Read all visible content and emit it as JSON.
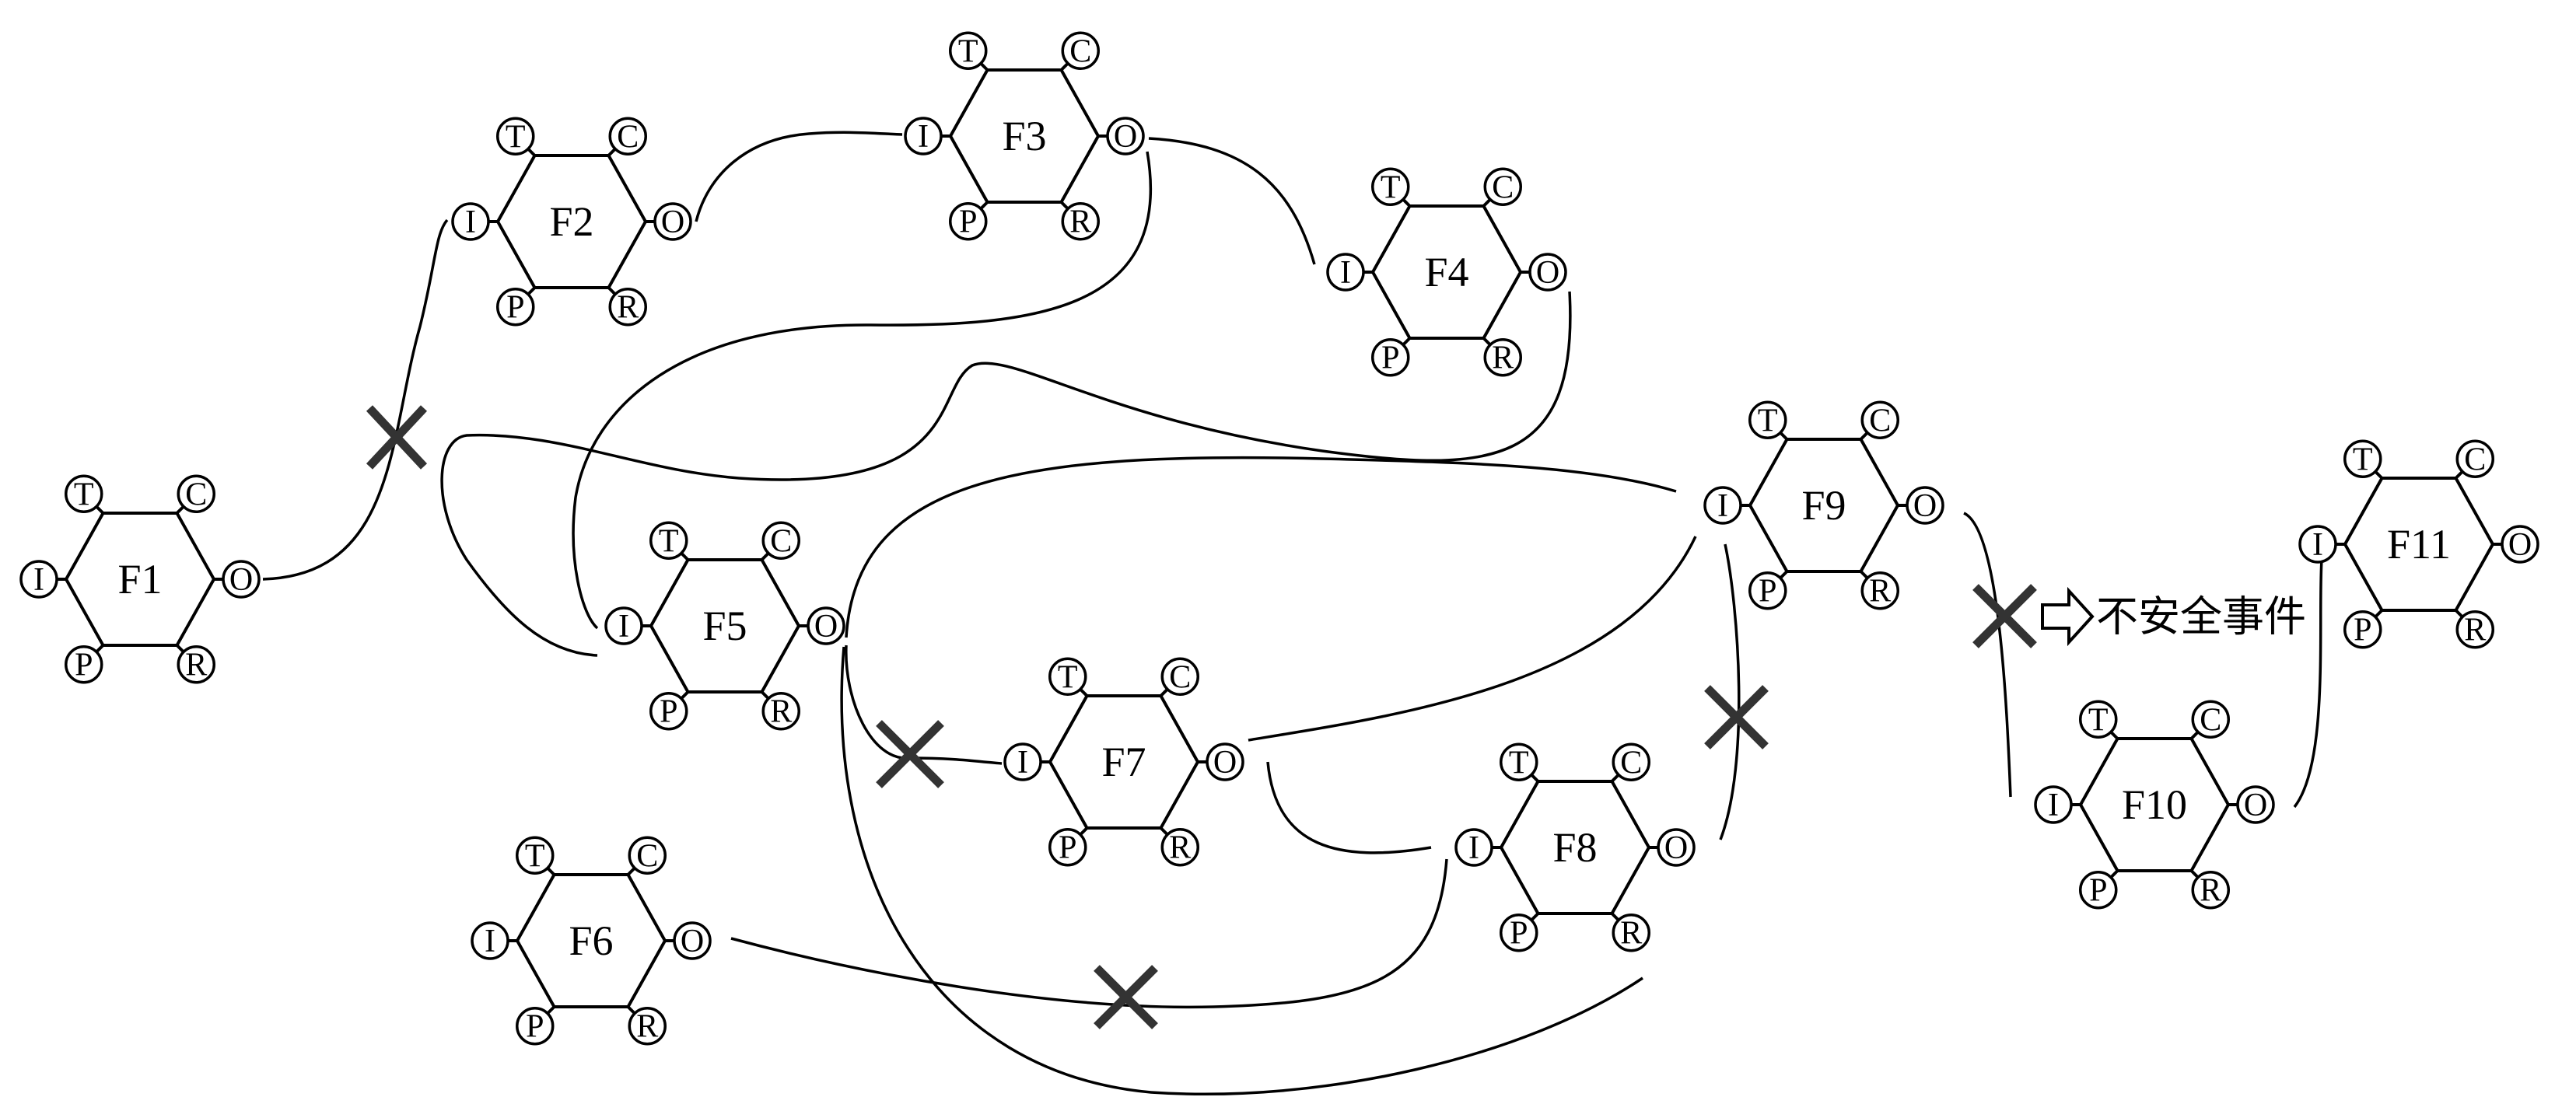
{
  "port_labels": {
    "T": "T",
    "C": "C",
    "I": "I",
    "O": "O",
    "P": "P",
    "R": "R"
  },
  "modules": [
    {
      "id": "F1",
      "label": "F1"
    },
    {
      "id": "F2",
      "label": "F2"
    },
    {
      "id": "F3",
      "label": "F3"
    },
    {
      "id": "F4",
      "label": "F4"
    },
    {
      "id": "F5",
      "label": "F5"
    },
    {
      "id": "F6",
      "label": "F6"
    },
    {
      "id": "F7",
      "label": "F7"
    },
    {
      "id": "F8",
      "label": "F8"
    },
    {
      "id": "F9",
      "label": "F9"
    },
    {
      "id": "F10",
      "label": "F10"
    },
    {
      "id": "F11",
      "label": "F11"
    }
  ],
  "connections": [
    {
      "from": "F1.O",
      "to": "F2.I",
      "broken": true
    },
    {
      "from": "F2.O",
      "to": "F3.I",
      "broken": false
    },
    {
      "from": "F3.O",
      "to": "F4.I",
      "broken": false
    },
    {
      "from": "F3.O",
      "to": "F5.I",
      "broken": false
    },
    {
      "from": "F4.O",
      "to": "F5.I",
      "broken": false
    },
    {
      "from": "F5.O",
      "to": "F7.I",
      "broken": true
    },
    {
      "from": "F5.O",
      "to": "F9.I",
      "broken": false
    },
    {
      "from": "F5.O",
      "to": "F8.R",
      "broken": false
    },
    {
      "from": "F6.O",
      "to": "F8.I",
      "broken": true
    },
    {
      "from": "F7.O",
      "to": "F8.I",
      "broken": false
    },
    {
      "from": "F7.O",
      "to": "F9.I",
      "broken": false
    },
    {
      "from": "F8.O",
      "to": "F9.I",
      "broken": true
    },
    {
      "from": "F9.O",
      "to": "F10.I",
      "broken": true
    },
    {
      "from": "F10.O",
      "to": "F11.I",
      "broken": false
    }
  ],
  "event_label": "不安全事件"
}
